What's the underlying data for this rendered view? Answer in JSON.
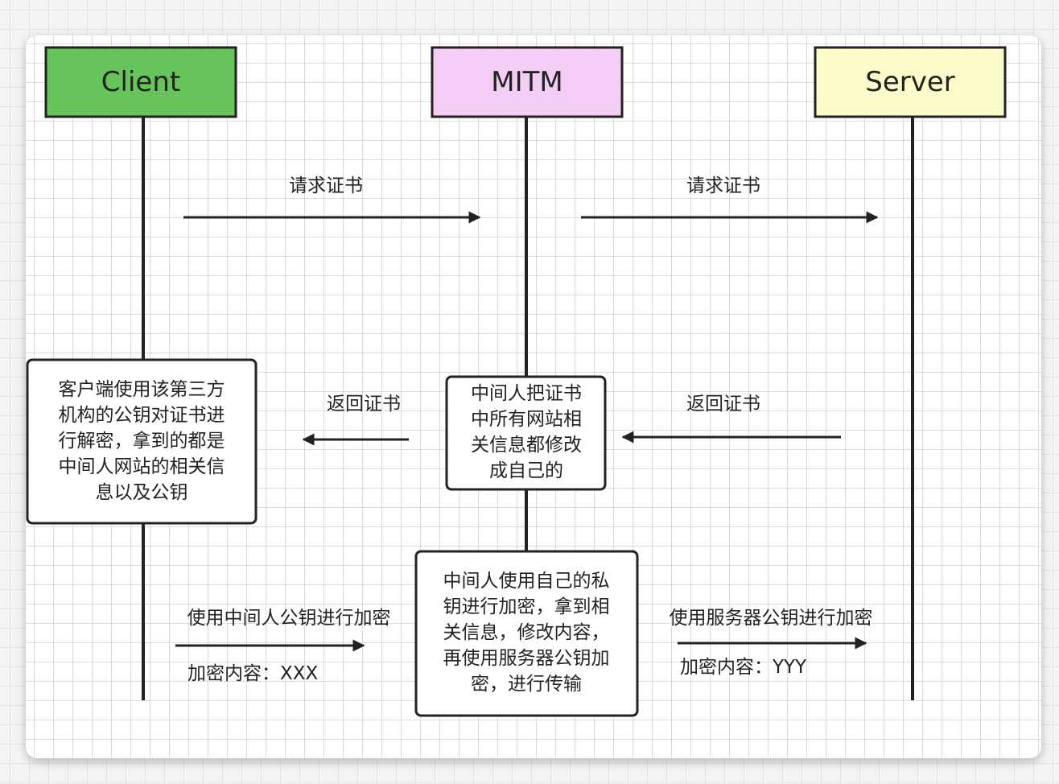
{
  "actors": {
    "client": {
      "label": "Client",
      "color": "#66c45a"
    },
    "mitm": {
      "label": "MITM",
      "color": "#f3cdf6"
    },
    "server": {
      "label": "Server",
      "color": "#fdfbc9"
    }
  },
  "arrows": {
    "client_request": "请求证书",
    "mitm_request": "请求证书",
    "server_return": "返回证书",
    "mitm_return": "返回证书",
    "client_encrypt": "使用中间人公钥进行加密",
    "client_content": "加密内容：XXX",
    "mitm_encrypt": "使用服务器公钥进行加密",
    "mitm_content": "加密内容：YYY"
  },
  "notes": {
    "client_note": [
      "客户端使用该第三方",
      "机构的公钥对证书进",
      "行解密，拿到的都是",
      "中间人网站的相关信",
      "息以及公钥"
    ],
    "mitm_replace": [
      "中间人把证书",
      "中所有网站相",
      "关信息都修改",
      "成自己的"
    ],
    "mitm_decrypt": [
      "中间人使用自己的私",
      "钥进行加密，拿到相",
      "关信息，修改内容，",
      "再使用服务器公钥加",
      "密，进行传输"
    ]
  }
}
